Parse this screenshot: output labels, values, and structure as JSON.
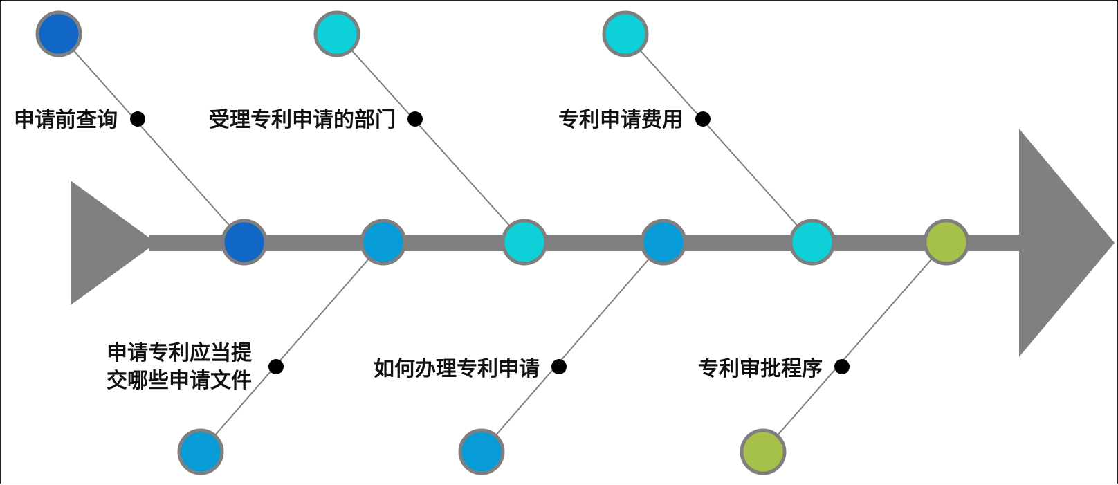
{
  "colors": {
    "spine": "#808080",
    "connector": "#7f7f7f",
    "dot": "#000000",
    "ring": "#7f7f7f",
    "dark_blue": "#1167c6",
    "blue": "#079bd8",
    "cyan": "#0dd0d8",
    "green": "#a6c14a"
  },
  "branches": [
    {
      "label": [
        "申请前查询"
      ],
      "spine_color": "dark_blue",
      "end_color": "dark_blue"
    },
    {
      "label": [
        "申请专利应当提",
        "交哪些申请文件"
      ],
      "spine_color": "blue",
      "end_color": "blue"
    },
    {
      "label": [
        "受理专利申请的部门"
      ],
      "spine_color": "cyan",
      "end_color": "cyan"
    },
    {
      "label": [
        "如何办理专利申请"
      ],
      "spine_color": "blue",
      "end_color": "blue"
    },
    {
      "label": [
        "专利申请费用"
      ],
      "spine_color": "cyan",
      "end_color": "cyan"
    },
    {
      "label": [
        "专利审批程序"
      ],
      "spine_color": "green",
      "end_color": "green"
    }
  ]
}
